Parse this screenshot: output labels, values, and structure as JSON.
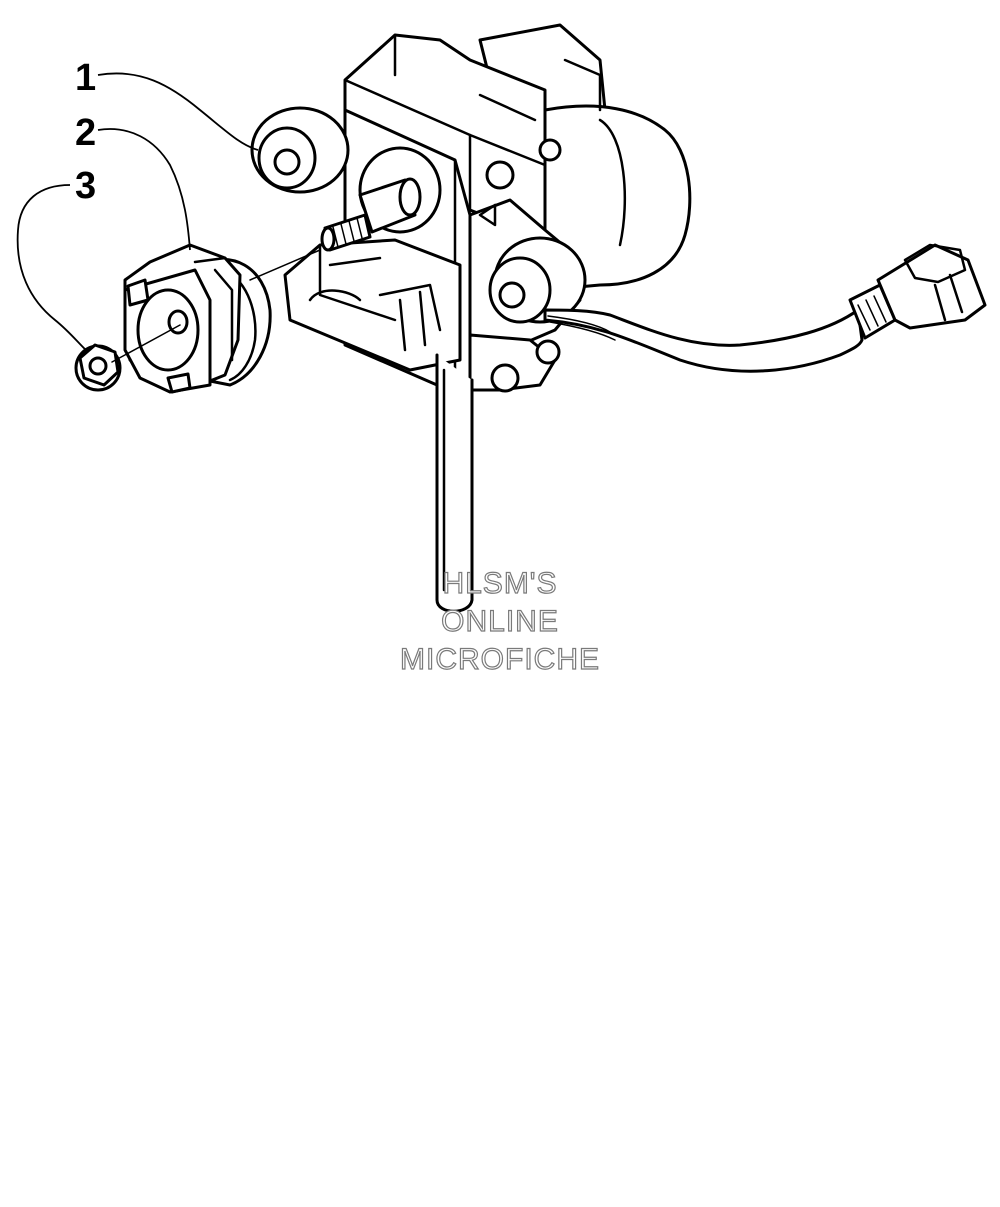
{
  "callouts": [
    {
      "id": "1",
      "label": "1"
    },
    {
      "id": "2",
      "label": "2"
    },
    {
      "id": "3",
      "label": "3"
    }
  ],
  "watermark": {
    "line1": "HLSM'S",
    "line2": "ONLINE",
    "line3": "MICROFICHE"
  },
  "colors": {
    "line": "#000000",
    "background": "#ffffff",
    "watermark_outline": "#7a7a7a"
  }
}
